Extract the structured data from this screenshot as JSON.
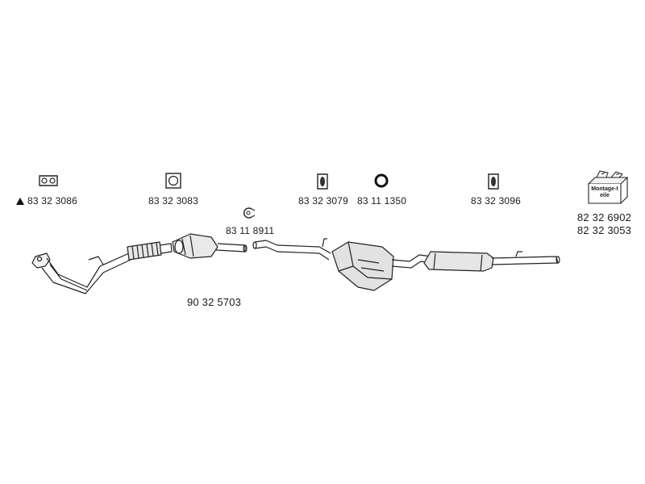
{
  "parts": {
    "gasket_flange": "83 32 3086",
    "gasket_square": "83 32 3083",
    "clamp": "83 11 8911",
    "hanger_a": "83 32 3079",
    "ring": "83 11 1350",
    "hanger_b": "83 32 3096",
    "kit_a": "82 32 6902",
    "kit_b": "82 32 3053",
    "catalyst": "90 32 5703"
  },
  "kit_box_text": "Montage-teile",
  "icons": {
    "gasket_flange": "flange-gasket-icon",
    "gasket_square": "square-gasket-icon",
    "clamp": "clamp-icon",
    "hanger_a": "rubber-hanger-icon",
    "ring": "o-ring-icon",
    "hanger_b": "rubber-hanger-icon",
    "kit": "mounting-kit-box-icon"
  }
}
